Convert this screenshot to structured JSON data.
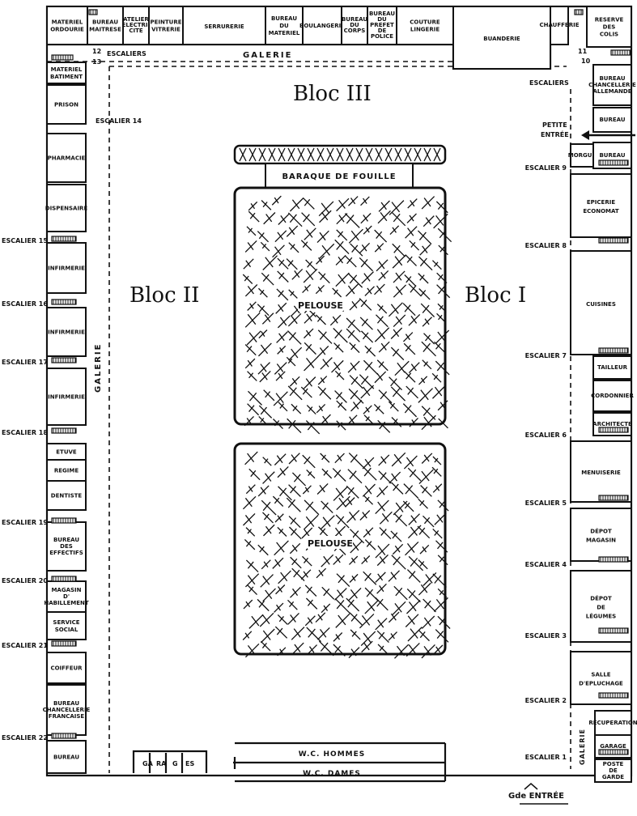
{
  "blocs": {
    "i": "Bloc I",
    "ii": "Bloc II",
    "iii": "Bloc III"
  },
  "galleries": {
    "top": "GALERIE",
    "left": "GALERIE",
    "bottom_right": "GALERIE"
  },
  "lawns": [
    "PELOUSE",
    "PELOUSE"
  ],
  "baraque": "BARAQUE DE FOUILLE",
  "entrances": {
    "petite": [
      "PETITE",
      "ENTRÉE"
    ],
    "grande": "Gde ENTRÉE"
  },
  "top_rooms": [
    [
      "MATERIEL",
      "ORDOURIE"
    ],
    [
      "BUREAU",
      "MAITRESE"
    ],
    [
      "ATELIER",
      "ELECTRI-",
      "CITE"
    ],
    [
      "PEINTURE",
      "VITRERIE"
    ],
    [
      "SERRURERIE"
    ],
    [
      "BUREAU",
      "DU",
      "MATERIEL"
    ],
    [
      "BOULANGERIE"
    ],
    [
      "BUREAU",
      "DU",
      "CORPS"
    ],
    [
      "BUREAU",
      "DU",
      "PREFET",
      "DE",
      "POLICE"
    ],
    [
      "COUTURE",
      "LINGERIE"
    ],
    [
      "BUANDERIE"
    ],
    [
      "CHAUFFERIE"
    ],
    [
      "RESERVE",
      "DES",
      "COLIS"
    ]
  ],
  "left_rooms": [
    [
      "MATERIEL",
      "BATIMENT"
    ],
    [
      "PRISON"
    ],
    [
      "PHARMACIE"
    ],
    [
      "DISPENSAIRE"
    ],
    [
      "INFIRMERIE"
    ],
    [
      "INFIRMERIE"
    ],
    [
      "INFIRMERIE"
    ],
    [
      "ETUVE"
    ],
    [
      "REGIME"
    ],
    [
      "DENTISTE"
    ],
    [
      "BUREAU",
      "DES",
      "EFFECTIFS"
    ],
    [
      "MAGASIN",
      "D'",
      "HABILLEMENT"
    ],
    [
      "SERVICE",
      "SOCIAL"
    ],
    [
      "COIFFEUR"
    ],
    [
      "BUREAU",
      "CHANCELLERIE",
      "FRANCAISE"
    ],
    [
      "BUREAU"
    ]
  ],
  "right_rooms": [
    [
      "BUREAU",
      "CHANCELLERIE",
      "ALLEMANDE"
    ],
    [
      "BUREAU"
    ],
    [
      "MORGUE"
    ],
    [
      "BUREAU"
    ],
    [
      "EPICERIE",
      "ECONOMAT"
    ],
    [
      "CUISINES"
    ],
    [
      "TAILLEUR"
    ],
    [
      "CORDONNIER"
    ],
    [
      "ARCHITECTE"
    ],
    [
      "MENUISERIE"
    ],
    [
      "DÉPOT",
      "MAGASIN"
    ],
    [
      "DÉPOT",
      "DE",
      "LÉGUMES"
    ],
    [
      "SALLE",
      "D'EPLUCHAGE"
    ],
    [
      "RECUPERATION"
    ],
    [
      "GARAGE"
    ],
    [
      "POSTE",
      "DE",
      "GARDE"
    ]
  ],
  "bottom_rooms": {
    "garages": [
      "GA",
      "RA",
      "G",
      "ES"
    ],
    "wc": [
      "W.C. HOMMES",
      "W.C. DAMES"
    ]
  },
  "stairs_left": [
    "ESCALIER 14",
    "ESCALIER 15",
    "ESCALIER 16",
    "ESCALIER 17",
    "ESCALIER 18",
    "ESCALIER 19",
    "ESCALIER 20",
    "ESCALIER 21",
    "ESCALIER 22"
  ],
  "stairs_right": [
    "ESCALIER 9",
    "ESCALIER 8",
    "ESCALIER 7",
    "ESCALIER 6",
    "ESCALIER 5",
    "ESCALIER 4",
    "ESCALIER 3",
    "ESCALIER 2",
    "ESCALIER 1"
  ],
  "stairs_top": {
    "left": [
      "12",
      "13"
    ],
    "label": "ESCALIERS",
    "right": [
      "11",
      "10"
    ],
    "label_right": "ESCALIERS"
  }
}
